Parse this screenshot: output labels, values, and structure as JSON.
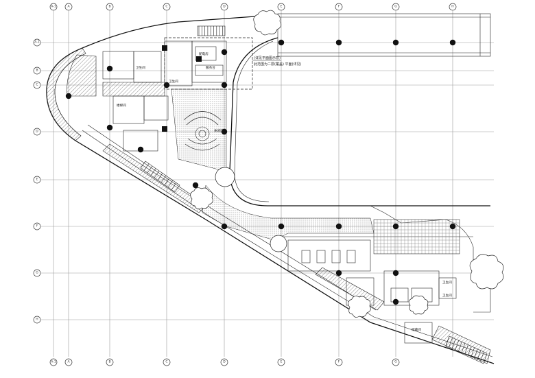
{
  "grid": {
    "columns": [
      "A-1",
      "A",
      "B",
      "C",
      "D",
      "E",
      "F",
      "G",
      "H"
    ],
    "rows": [
      "A-1",
      "B",
      "C",
      "D",
      "E",
      "F",
      "G",
      "H"
    ],
    "bottom_labels": [
      "A-1",
      "A",
      "B",
      "C",
      "D",
      "E",
      "F",
      "G"
    ]
  },
  "notes": {
    "main_note_line1": "(详见平面图示意)",
    "main_note_line2": "此范围为二层(覆盖) 平面(详见)"
  },
  "rooms": [
    "卫生间",
    "卫生间",
    "卫生间",
    "卫生间",
    "休闲区",
    "楼梯间",
    "配电房",
    "储藏间",
    "服务台"
  ]
}
